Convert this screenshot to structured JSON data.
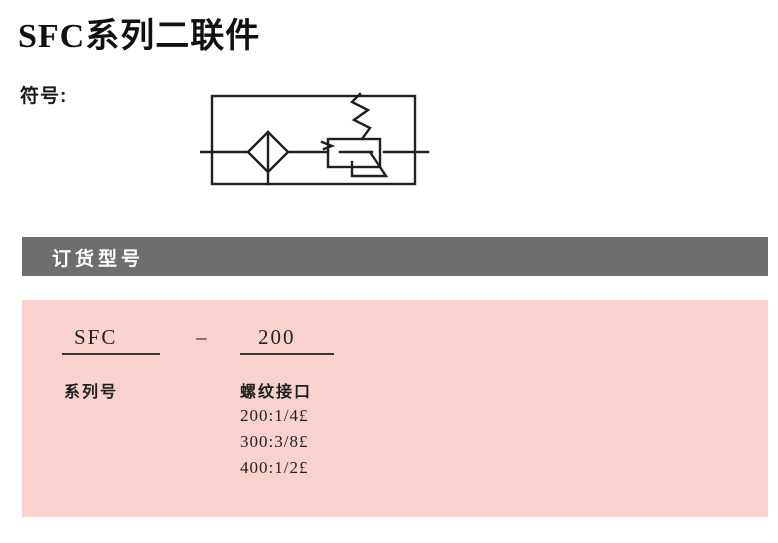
{
  "page": {
    "title": "SFC系列二联件"
  },
  "symbol": {
    "label": "符号:",
    "diagram_name": "pneumatic-frl-filter-regulator-symbol",
    "line_color": "#231f20"
  },
  "section": {
    "header_title": "订货型号",
    "header_bg": "#6e6e6c",
    "header_text_color": "#ffffff",
    "panel_bg": "#f9d2cd"
  },
  "order_code": {
    "tokens": [
      {
        "value": "SFC",
        "name": "series-code"
      },
      {
        "value": "–",
        "name": "dash-separator"
      },
      {
        "value": "200",
        "name": "port-code"
      }
    ],
    "columns": [
      {
        "heading": "系列号",
        "options": []
      },
      {
        "heading": "螺纹接口",
        "options": [
          "200:1/4£",
          "300:3/8£",
          "400:1/2£"
        ]
      }
    ]
  }
}
